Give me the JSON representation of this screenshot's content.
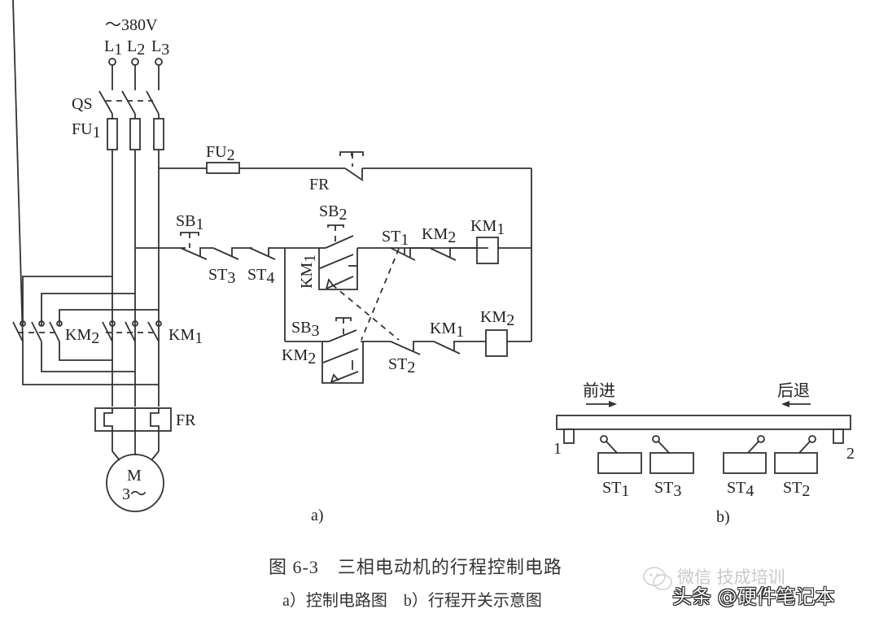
{
  "figure": {
    "caption_title": "图 6-3　三相电动机的行程控制电路",
    "caption_subtitle": "a）控制电路图　b）行程开关示意图",
    "panel_a_label": "a)",
    "panel_b_label": "b)"
  },
  "power_circuit": {
    "supply_voltage": "～380V",
    "phases": [
      {
        "base": "L",
        "sub": "1"
      },
      {
        "base": "L",
        "sub": "2"
      },
      {
        "base": "L",
        "sub": "3"
      }
    ],
    "switch_label": "QS",
    "main_fuse": {
      "base": "FU",
      "sub": "1"
    },
    "reverse_contactor": {
      "base": "KM",
      "sub": "2"
    },
    "forward_contactor": {
      "base": "KM",
      "sub": "1"
    },
    "thermal_relay": "FR",
    "motor_line1": "M",
    "motor_line2": "3～"
  },
  "control_circuit": {
    "control_fuse": {
      "base": "FU",
      "sub": "2"
    },
    "overload_contact": "FR",
    "stop_button": {
      "base": "SB",
      "sub": "1"
    },
    "limit_st3": {
      "base": "ST",
      "sub": "3"
    },
    "limit_st4": {
      "base": "ST",
      "sub": "4"
    },
    "forward_button": {
      "base": "SB",
      "sub": "2"
    },
    "forward_holding": {
      "base": "KM",
      "sub": "1"
    },
    "limit_st1": {
      "base": "ST",
      "sub": "1"
    },
    "interlock_km2": {
      "base": "KM",
      "sub": "2"
    },
    "coil_km1": {
      "base": "KM",
      "sub": "1"
    },
    "reverse_button": {
      "base": "SB",
      "sub": "3"
    },
    "reverse_holding": {
      "base": "KM",
      "sub": "2"
    },
    "limit_st2": {
      "base": "ST",
      "sub": "2"
    },
    "interlock_km1": {
      "base": "KM",
      "sub": "1"
    },
    "coil_km2": {
      "base": "KM",
      "sub": "2"
    }
  },
  "travel_diagram": {
    "forward_label": "前进",
    "backward_label": "后退",
    "stop_left": "1",
    "stop_right": "2",
    "switches": [
      {
        "base": "ST",
        "sub": "1"
      },
      {
        "base": "ST",
        "sub": "3"
      },
      {
        "base": "ST",
        "sub": "4"
      },
      {
        "base": "ST",
        "sub": "2"
      }
    ]
  },
  "watermark": {
    "faint_text": "微信 技成培训",
    "main_text": "头条 @硬件笔记本"
  }
}
